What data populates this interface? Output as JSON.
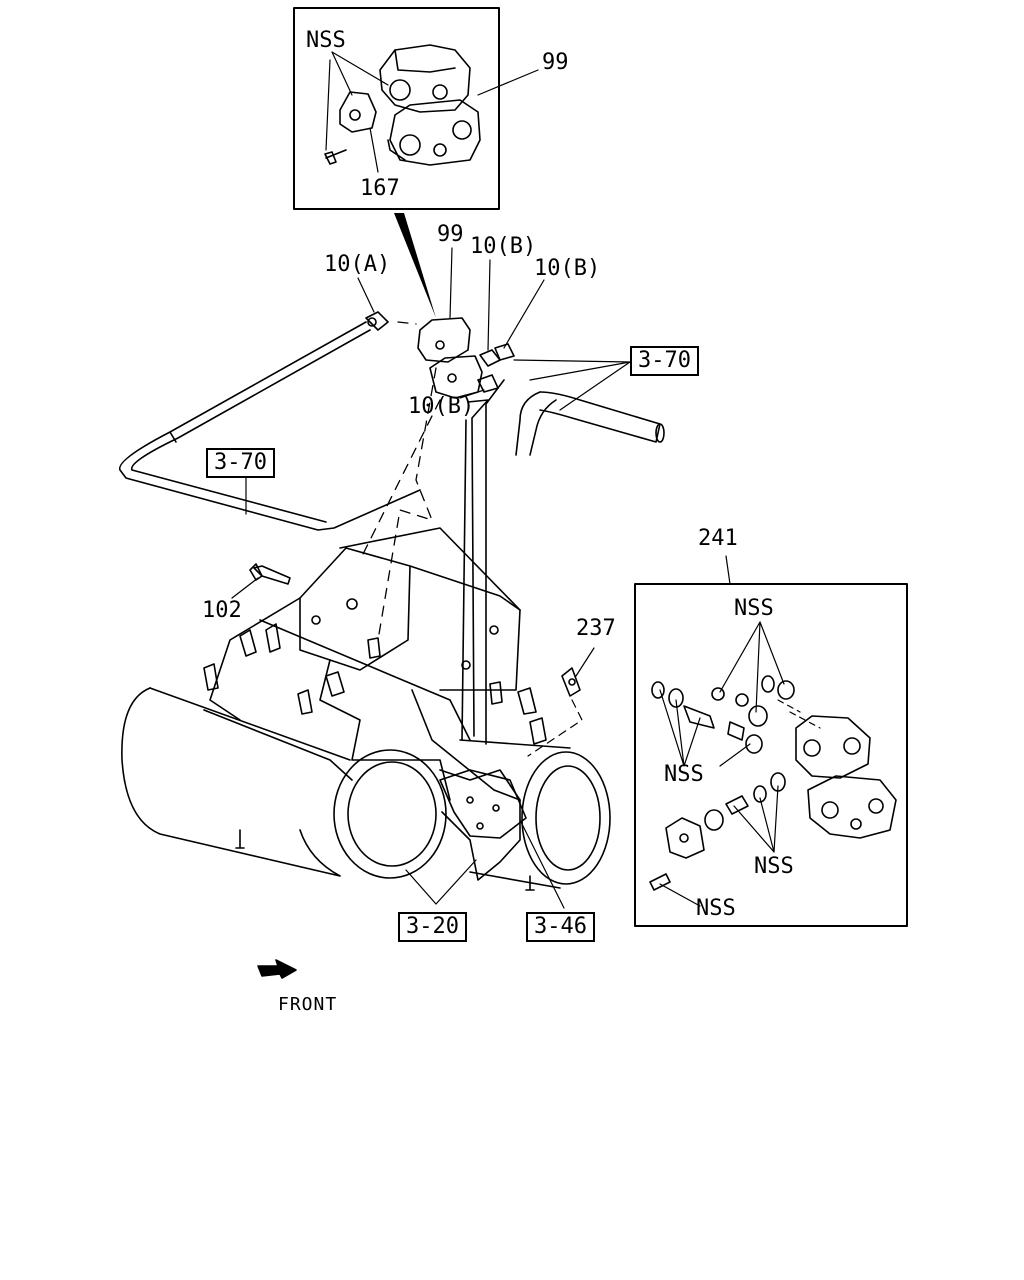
{
  "labels": {
    "nss_top": "NSS",
    "p99_top": "99",
    "p167": "167",
    "p99_mid": "99",
    "p10a": "10(A)",
    "p10b_1": "10(B)",
    "p10b_2": "10(B)",
    "p10b_3": "10(B)",
    "ref370_right": "3-70",
    "ref370_left": "3-70",
    "p102": "102",
    "p237": "237",
    "p241": "241",
    "nss_r1": "NSS",
    "nss_r2": "NSS",
    "nss_r3": "NSS",
    "nss_r4": "NSS",
    "ref320": "3-20",
    "ref346": "3-46",
    "front": "FRONT"
  }
}
